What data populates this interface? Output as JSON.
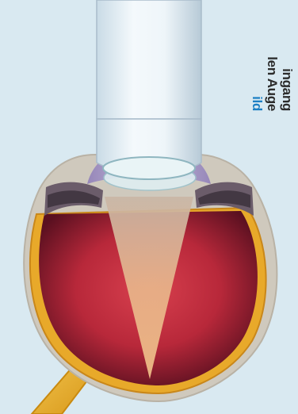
{
  "caption": {
    "line1": "ingang",
    "line2": "len Auge",
    "line3": "ild"
  },
  "colors": {
    "background": "#d9e9f1",
    "caption_text": "#2b2b2b",
    "caption_accent": "#1c7fc4",
    "sclera": "#c9c4b8",
    "retina": "#e8a92a",
    "vitreous": "#b12b3c",
    "light_cone": "#e9b98a",
    "contact_lens": "#e7f1f7",
    "cornea": "#a98fc9"
  }
}
